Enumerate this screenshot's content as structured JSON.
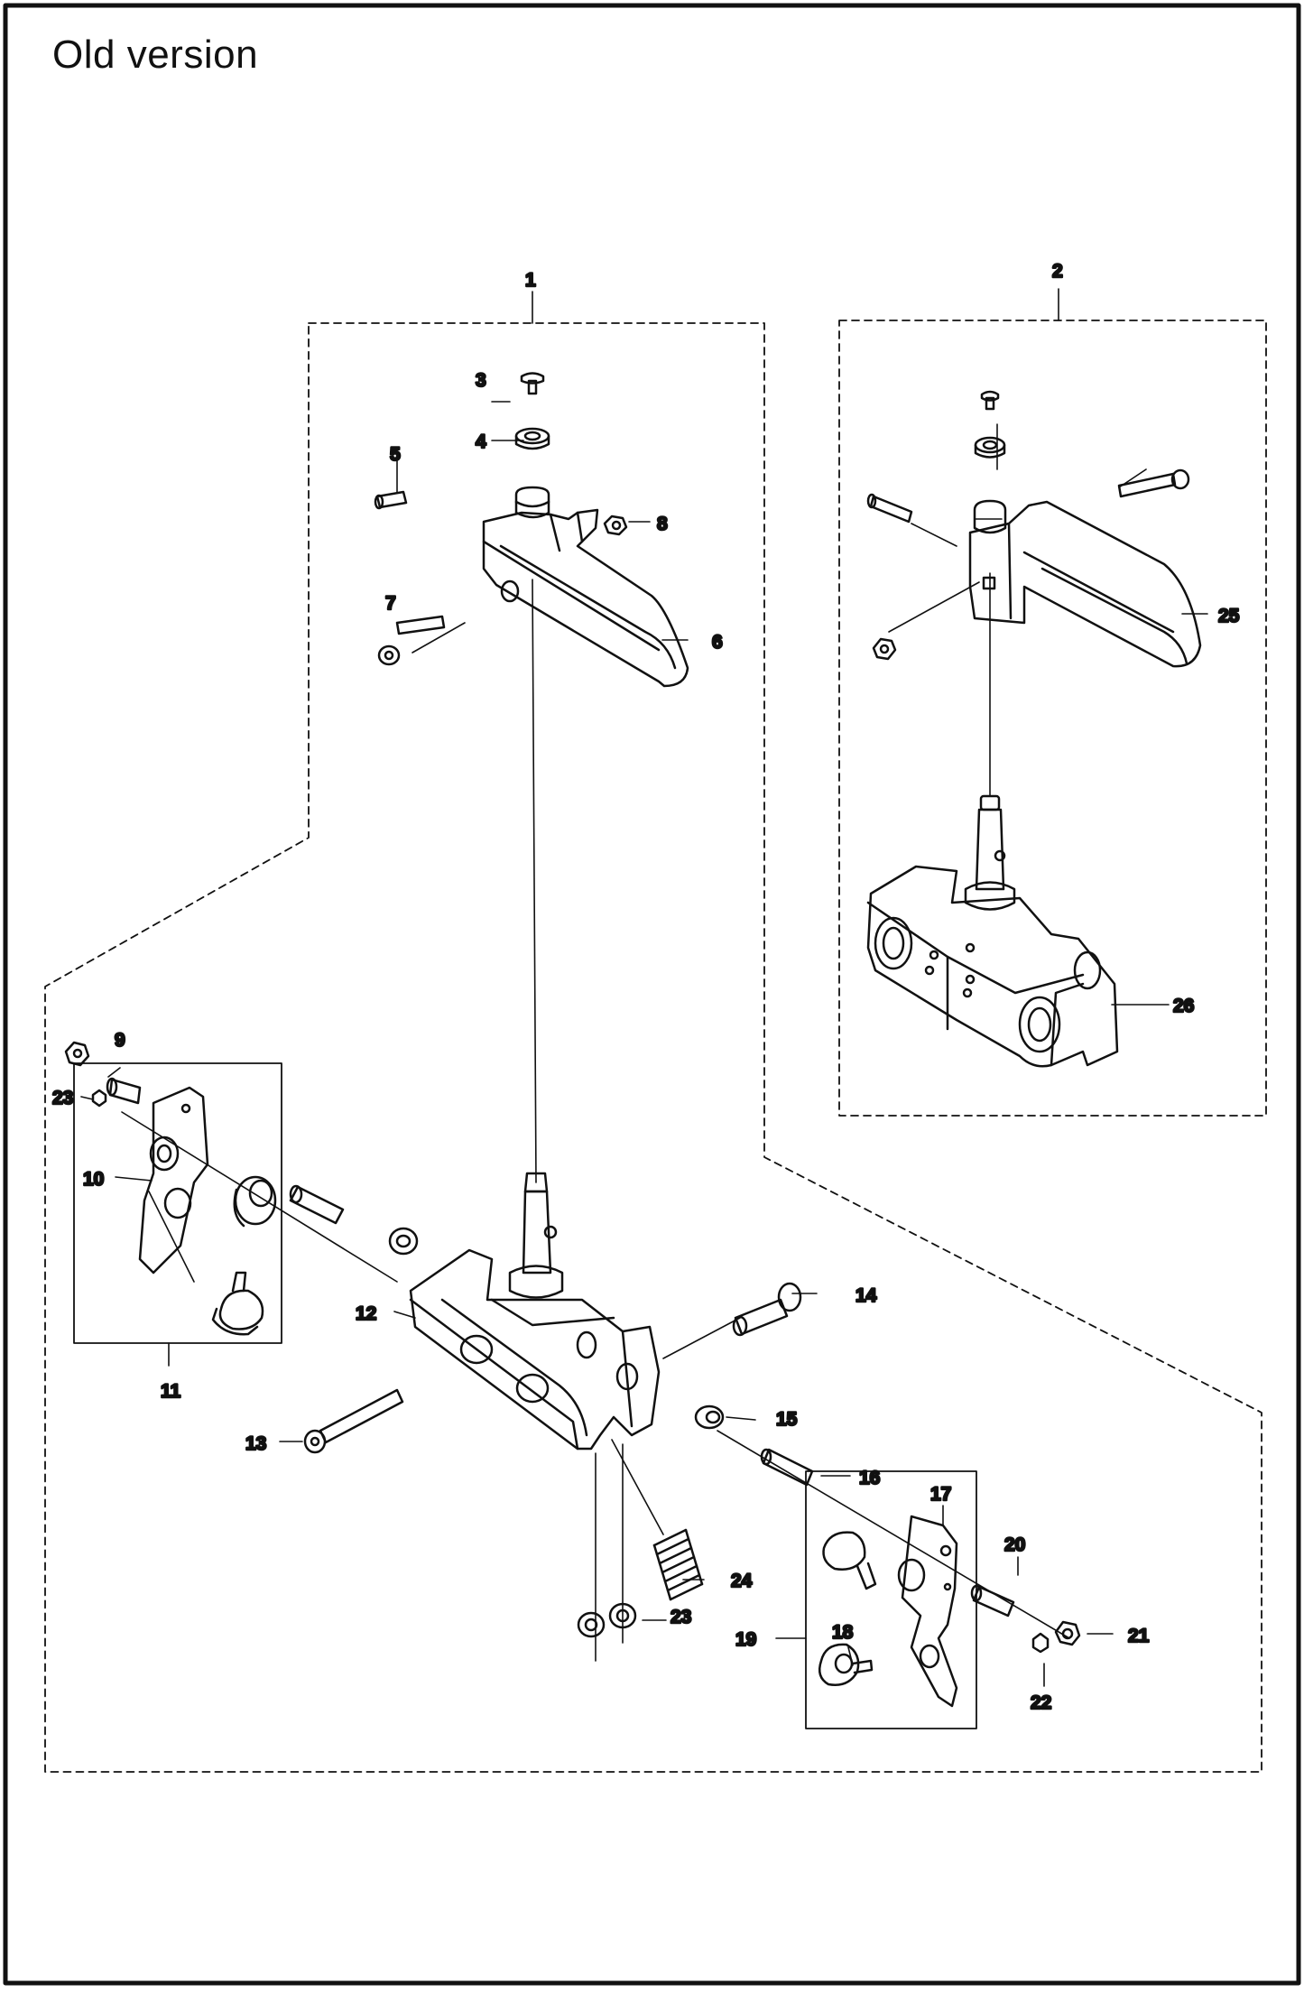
{
  "heading": "Old version",
  "callouts": [
    {
      "id": "c1",
      "text": "1"
    },
    {
      "id": "c2",
      "text": "2"
    },
    {
      "id": "c3",
      "text": "3"
    },
    {
      "id": "c4",
      "text": "4"
    },
    {
      "id": "c5",
      "text": "5"
    },
    {
      "id": "c6",
      "text": "6"
    },
    {
      "id": "c7",
      "text": "7"
    },
    {
      "id": "c8",
      "text": "8"
    },
    {
      "id": "c9",
      "text": "9"
    },
    {
      "id": "c10",
      "text": "10"
    },
    {
      "id": "c11",
      "text": "11"
    },
    {
      "id": "c12",
      "text": "12"
    },
    {
      "id": "c13",
      "text": "13"
    },
    {
      "id": "c14",
      "text": "14"
    },
    {
      "id": "c15",
      "text": "15"
    },
    {
      "id": "c16",
      "text": "16"
    },
    {
      "id": "c17",
      "text": "17"
    },
    {
      "id": "c18",
      "text": "18"
    },
    {
      "id": "c19",
      "text": "19"
    },
    {
      "id": "c20",
      "text": "20"
    },
    {
      "id": "c21",
      "text": "21"
    },
    {
      "id": "c22",
      "text": "22"
    },
    {
      "id": "c23a",
      "text": "23"
    },
    {
      "id": "c23b",
      "text": "23"
    },
    {
      "id": "c24",
      "text": "24"
    },
    {
      "id": "c25",
      "text": "25"
    },
    {
      "id": "c26",
      "text": "26"
    }
  ]
}
